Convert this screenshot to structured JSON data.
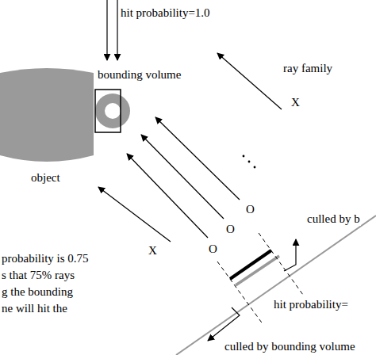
{
  "diagram": {
    "labels": [
      "hit probability=1.0",
      "bounding volume",
      "ray family",
      "X",
      "object",
      "O",
      "O",
      "O",
      "X",
      "culled by b",
      "hit probability=",
      "culled by bounding volume",
      "probability is 0.75",
      "s that 75% rays",
      "g the bounding",
      "ne will hit the"
    ]
  }
}
